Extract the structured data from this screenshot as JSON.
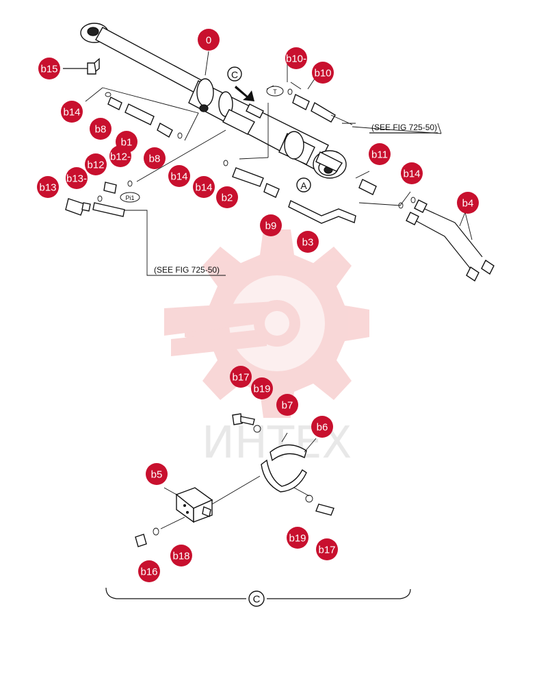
{
  "callouts": [
    {
      "id": "0",
      "label": "0"
    },
    {
      "id": "b15",
      "label": "b15"
    },
    {
      "id": "b14a",
      "label": "b14"
    },
    {
      "id": "b8a",
      "label": "b8"
    },
    {
      "id": "b1",
      "label": "b1"
    },
    {
      "id": "b12",
      "label": "b12"
    },
    {
      "id": "b12m",
      "label": "b12-"
    },
    {
      "id": "b13m",
      "label": "b13-"
    },
    {
      "id": "b13",
      "label": "b13"
    },
    {
      "id": "b8b",
      "label": "b8"
    },
    {
      "id": "b14b",
      "label": "b14"
    },
    {
      "id": "b14c",
      "label": "b14"
    },
    {
      "id": "b2",
      "label": "b2"
    },
    {
      "id": "b9",
      "label": "b9"
    },
    {
      "id": "b3",
      "label": "b3"
    },
    {
      "id": "b10m",
      "label": "b10-"
    },
    {
      "id": "b10",
      "label": "b10"
    },
    {
      "id": "b11",
      "label": "b11"
    },
    {
      "id": "b14d",
      "label": "b14"
    },
    {
      "id": "b4",
      "label": "b4"
    },
    {
      "id": "b17a",
      "label": "b17"
    },
    {
      "id": "b19a",
      "label": "b19"
    },
    {
      "id": "b7",
      "label": "b7"
    },
    {
      "id": "b6",
      "label": "b6"
    },
    {
      "id": "b5",
      "label": "b5"
    },
    {
      "id": "b19b",
      "label": "b19"
    },
    {
      "id": "b17b",
      "label": "b17"
    },
    {
      "id": "b18",
      "label": "b18"
    },
    {
      "id": "b16",
      "label": "b16"
    }
  ],
  "references": {
    "fig1": "(SEE FIG 725-50)",
    "fig2": "(SEE FIG 725-50)"
  },
  "markers": {
    "c_top": "C",
    "a": "A",
    "t": "T",
    "pi1": "Pi1",
    "c_bottom": "C"
  },
  "watermark": {
    "text": "ИНТЕХ",
    "color": "#f2b8b8"
  },
  "colors": {
    "callout": "#c8102e"
  }
}
